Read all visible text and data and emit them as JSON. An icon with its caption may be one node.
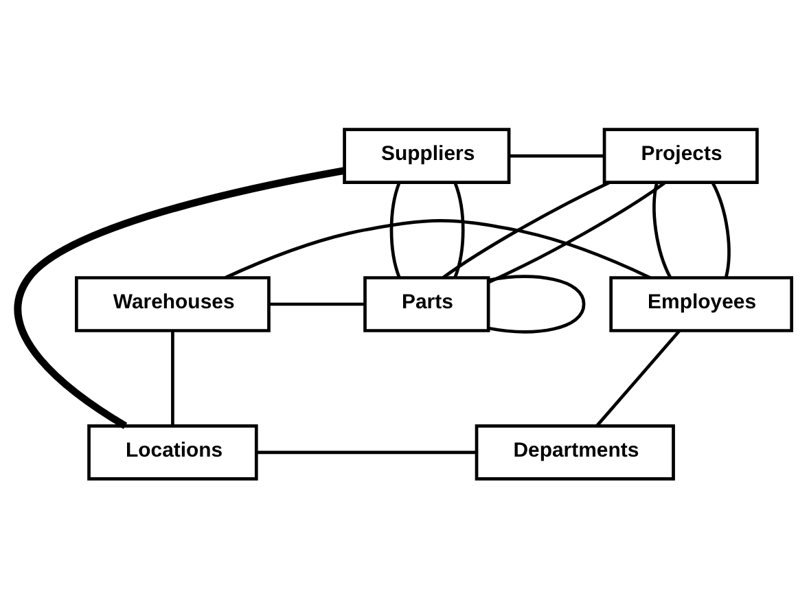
{
  "diagram": {
    "nodes": [
      {
        "text": [
          "Suppliers"
        ]
      },
      {
        "text": [
          "Projects"
        ]
      },
      {
        "text": [
          "Warehouses"
        ]
      },
      {
        "text": [
          "Parts"
        ]
      },
      {
        "text": [
          "Employees"
        ]
      },
      {
        "text": [
          "Locations"
        ]
      },
      {
        "text": [
          "Departments"
        ]
      }
    ],
    "edges": [
      {
        "from": 0,
        "to": 1,
        "arrow": "none"
      },
      {
        "from": 0,
        "to": 3,
        "arrow": "none"
      },
      {
        "from": 0,
        "to": 3,
        "arrow": "none"
      },
      {
        "from": 1,
        "to": 3,
        "arrow": "none"
      },
      {
        "from": 1,
        "to": 3,
        "arrow": "none"
      },
      {
        "from": 2,
        "to": 3,
        "arrow": "none"
      },
      {
        "from": 3,
        "to": 3,
        "arrow": "none"
      },
      {
        "from": 2,
        "to": 4,
        "arrow": "none"
      },
      {
        "from": 1,
        "to": 4,
        "arrow": "none"
      },
      {
        "from": 1,
        "to": 4,
        "arrow": "none"
      },
      {
        "from": 4,
        "to": 6,
        "arrow": "none"
      },
      {
        "from": 0,
        "to": 5,
        "arrow": "none",
        "style": "thick"
      },
      {
        "from": 2,
        "to": 5,
        "arrow": "none"
      },
      {
        "from": 5,
        "to": 6,
        "arrow": "none"
      }
    ]
  }
}
